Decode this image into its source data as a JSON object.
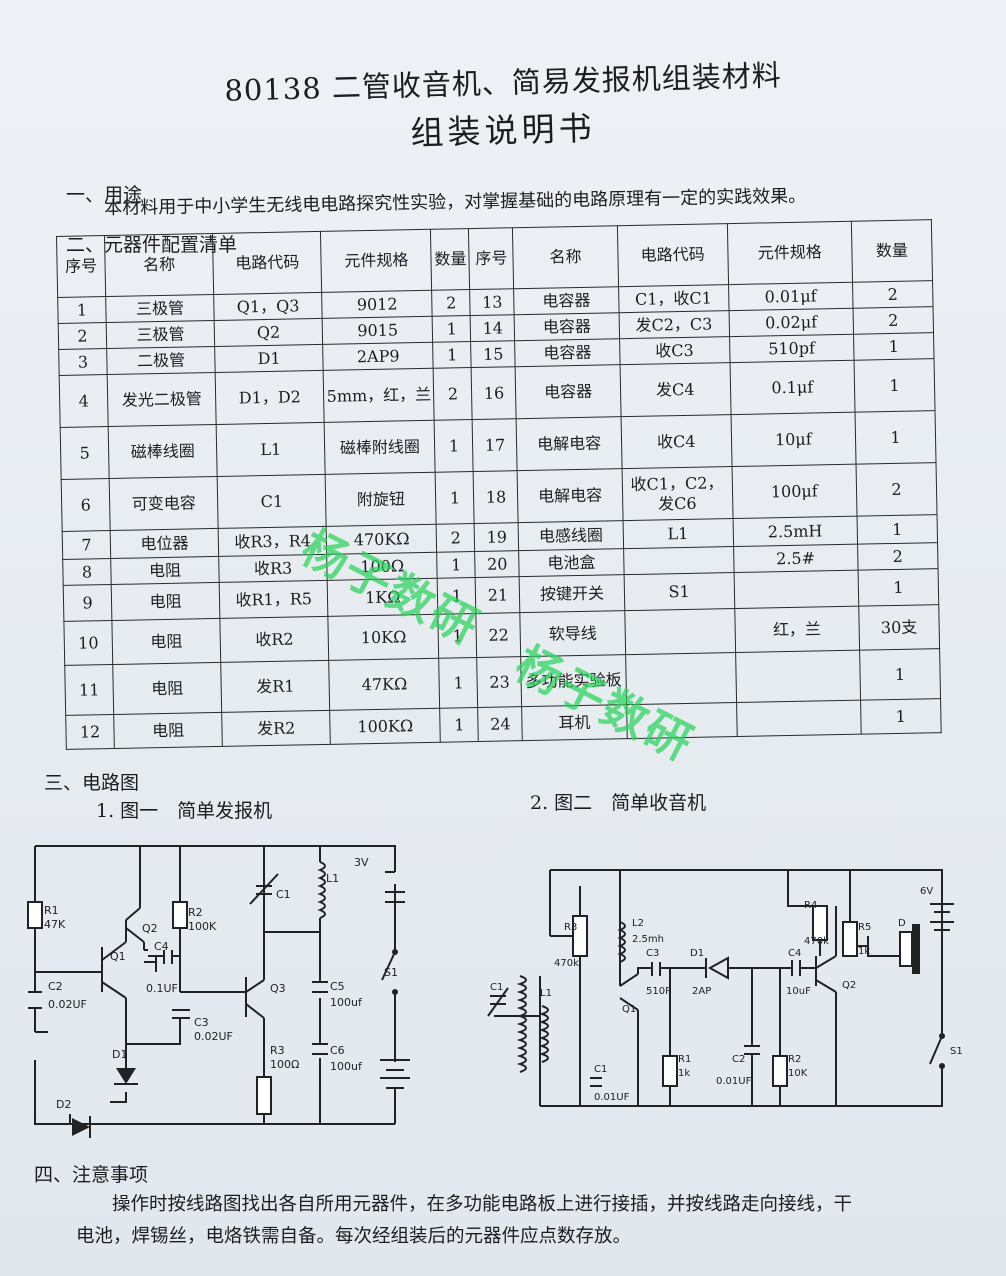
{
  "title": "80138 二管收音机、简易发报机组装材料",
  "subtitle": "组装说明书",
  "section1": {
    "heading": "一、用途",
    "text": "本材料用于中小学生无线电电路探究性实验，对掌握基础的电路原理有一定的实践效果。"
  },
  "section2": {
    "heading": "二、元器件配置清单"
  },
  "table_headers": {
    "no": "序号",
    "name": "名称",
    "code": "电路代码",
    "spec": "元件规格",
    "qty": "数量"
  },
  "parts_left": [
    {
      "no": "1",
      "name": "三极管",
      "code": "Q1，Q3",
      "spec": "9012",
      "qty": "2"
    },
    {
      "no": "2",
      "name": "三极管",
      "code": "Q2",
      "spec": "9015",
      "qty": "1"
    },
    {
      "no": "3",
      "name": "二极管",
      "code": "D1",
      "spec": "2AP9",
      "qty": "1"
    },
    {
      "no": "4",
      "name": "发光二极管",
      "code": "D1，D2",
      "spec": "5mm，红，兰",
      "qty": "2"
    },
    {
      "no": "5",
      "name": "磁棒线圈",
      "code": "L1",
      "spec": "磁棒附线圈",
      "qty": "1"
    },
    {
      "no": "6",
      "name": "可变电容",
      "code": "C1",
      "spec": "附旋钮",
      "qty": "1"
    },
    {
      "no": "7",
      "name": "电位器",
      "code": "收R3，R4",
      "spec": "470KΩ",
      "qty": "2"
    },
    {
      "no": "8",
      "name": "电阻",
      "code": "收R3",
      "spec": "100Ω",
      "qty": "1"
    },
    {
      "no": "9",
      "name": "电阻",
      "code": "收R1，R5",
      "spec": "1KΩ",
      "qty": "1"
    },
    {
      "no": "10",
      "name": "电阻",
      "code": "收R2",
      "spec": "10KΩ",
      "qty": "1"
    },
    {
      "no": "11",
      "name": "电阻",
      "code": "发R1",
      "spec": "47KΩ",
      "qty": "1"
    },
    {
      "no": "12",
      "name": "电阻",
      "code": "发R2",
      "spec": "100KΩ",
      "qty": "1"
    }
  ],
  "parts_right": [
    {
      "no": "13",
      "name": "电容器",
      "code": "C1，收C1",
      "spec": "0.01μf",
      "qty": "2"
    },
    {
      "no": "14",
      "name": "电容器",
      "code": "发C2，C3",
      "spec": "0.02μf",
      "qty": "2"
    },
    {
      "no": "15",
      "name": "电容器",
      "code": "收C3",
      "spec": "510pf",
      "qty": "1"
    },
    {
      "no": "16",
      "name": "电容器",
      "code": "发C4",
      "spec": "0.1μf",
      "qty": "1"
    },
    {
      "no": "17",
      "name": "电解电容",
      "code": "收C4",
      "spec": "10μf",
      "qty": "1"
    },
    {
      "no": "18",
      "name": "电解电容",
      "code": "收C1，C2，发C6",
      "spec": "100μf",
      "qty": "2"
    },
    {
      "no": "19",
      "name": "电感线圈",
      "code": "L1",
      "spec": "2.5mH",
      "qty": "1"
    },
    {
      "no": "20",
      "name": "电池盒",
      "code": "",
      "spec": "2.5#",
      "qty": "2"
    },
    {
      "no": "21",
      "name": "按键开关",
      "code": "S1",
      "spec": "",
      "qty": "1"
    },
    {
      "no": "22",
      "name": "软导线",
      "code": "",
      "spec": "红，兰",
      "qty": "30支"
    },
    {
      "no": "23",
      "name": "多功能实验板",
      "code": "",
      "spec": "",
      "qty": "1"
    },
    {
      "no": "24",
      "name": "耳机",
      "code": "",
      "spec": "",
      "qty": "1"
    }
  ],
  "section3": {
    "heading": "三、电路图",
    "fig1": "1. 图一　简单发报机",
    "fig2": "2. 图二　简单收音机"
  },
  "fig1_labels": {
    "r1": "R1",
    "r1v": "47K",
    "q2": "Q2",
    "q1": "Q1",
    "c4": "C4",
    "c4v": "0.1UF",
    "c2": "C2",
    "c2v": "0.02UF",
    "r2": "R2",
    "r2v": "100K",
    "c1": "C1",
    "l1": "L1",
    "bat": "3V",
    "s1": "S1",
    "q3": "Q3",
    "c3": "C3",
    "c3v": "0.02UF",
    "c5": "C5",
    "c5v": "100uf",
    "r3": "R3",
    "r3v": "100Ω",
    "c6": "C6",
    "c6v": "100uf",
    "d1": "D1",
    "d2": "D2"
  },
  "fig2_labels": {
    "r3": "R3",
    "r3v": "470k",
    "l2": "L2",
    "l2v": "2.5mh",
    "c1": "C1",
    "l1": "L1",
    "c3": "C3",
    "c3v": "510P",
    "d1": "D1",
    "d1v": "2AP",
    "c4": "C4",
    "c4v": "10uF",
    "q1": "Q1",
    "q2": "Q2",
    "r1": "R1",
    "r1v": "1k",
    "c2": "C2",
    "c2v": "0.01UF",
    "r2": "R2",
    "r2v": "10K",
    "r4": "R4",
    "r4v": "470k",
    "r5": "R5",
    "r5v": "1k",
    "d": "D",
    "bat": "6V",
    "s1": "S1",
    "c1b": "C1",
    "c1bv": "0.01UF"
  },
  "section4": {
    "heading": "四、注意事项",
    "text1": "操作时按线路图找出各自所用元器件，在多功能电路板上进行接插，并按线路走向接线，干",
    "text2": "电池，焊锡丝，电烙铁需自备。每次经组装后的元器件应点数存放。"
  },
  "watermarks": [
    "杨子数研",
    "杨子数研"
  ]
}
